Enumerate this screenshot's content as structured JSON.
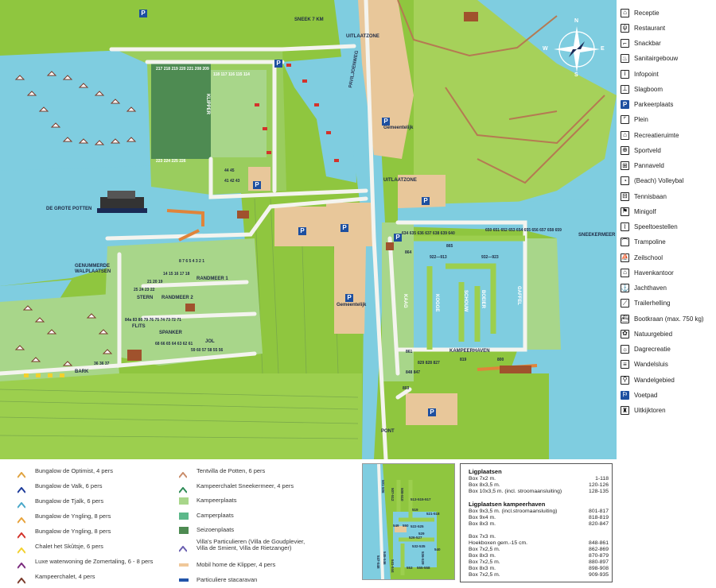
{
  "map": {
    "labels": {
      "sneek": "SNEEK 7 KM",
      "uitlaatzone_top": "UITLAATZONE",
      "uitlaatzone_mid": "UITLAATZONE",
      "gemeentelijk_top": "Gemeentelijk",
      "gemeentelijk_mid": "Gemeentelijk",
      "de_grote_potten": "DE GROTE POTTEN",
      "genummerde_walplaatsen": "GENUMMERDE\nWALPLAATSEN",
      "randmeer_1": "RANDMEER 1",
      "randmeer_2": "RANDMEER 2",
      "stern": "STERN",
      "flits": "FLITS",
      "spanker": "SPANKER",
      "jol": "JOL",
      "bark": "BARK",
      "kampeerhaven": "KAMPEERHAVEN",
      "sneekermeer": "SNEEKERMEER",
      "pont": "PONT",
      "paviljoenweg": "PAVILJOENWEG",
      "klipper": "KLIPPER",
      "gaffel": "GAFFEL",
      "schouw": "SCHOUW",
      "boeier": "BOEIER",
      "kaag": "KAAG",
      "kogge": "KOGGE"
    },
    "parking_label": "P",
    "compass": {
      "n": "N",
      "e": "E",
      "s": "S",
      "w": "W"
    },
    "berth_numbers": {
      "row_top": "634 635 636 637 638 639 640",
      "row_right": "650 651 652 653 654 655 656 657 658 659",
      "row_922": "922—913",
      "row_932": "932—923",
      "row_865": "865",
      "row_864": "864",
      "row_bottom": "829 828 827",
      "row_819": "819",
      "row_800": "800",
      "row_848": "848 847",
      "row_803": "803",
      "row_861": "861"
    },
    "plot_numbers": {
      "a1": "217 218 219 220 221 208 209",
      "a2": "118 117 116 115 114",
      "a3": "44 45",
      "a4": "41 42 43",
      "a5": "223 224 225 226",
      "a6": "8 7 6 5 4 3 2 1",
      "a7": "14 15 16 17 18",
      "a8": "21 20 19",
      "a9": "25 24 23 22",
      "a10": "84a 83 80 79 76 75 74 73 72 71",
      "a11": "68 66 65 64 63 62 61",
      "a12": "59 60 57 58 55 56",
      "a13": "36 36 37"
    }
  },
  "legend_right": [
    {
      "icon": "reception-icon",
      "symbol": "⌂",
      "label": "Receptie"
    },
    {
      "icon": "restaurant-icon",
      "symbol": "ψ",
      "label": "Restaurant"
    },
    {
      "icon": "snackbar-icon",
      "symbol": "⌐",
      "label": "Snackbar"
    },
    {
      "icon": "sanitary-icon",
      "symbol": "♨",
      "label": "Sanitairgebouw"
    },
    {
      "icon": "info-icon",
      "symbol": "i",
      "label": "Infopoint"
    },
    {
      "icon": "barrier-icon",
      "symbol": "⊥",
      "label": "Slagboom"
    },
    {
      "icon": "parking-icon",
      "symbol": "P",
      "label": "Parkeerplaats",
      "blue": true
    },
    {
      "icon": "square-icon",
      "symbol": "⌜",
      "label": "Plein"
    },
    {
      "icon": "recreation-room-icon",
      "symbol": "⌂",
      "label": "Recreatieruimte"
    },
    {
      "icon": "sports-field-icon",
      "symbol": "⊕",
      "label": "Sportveld"
    },
    {
      "icon": "panna-field-icon",
      "symbol": "⊞",
      "label": "Pannaveld"
    },
    {
      "icon": "volleyball-icon",
      "symbol": "◔",
      "label": "(Beach) Volleybal"
    },
    {
      "icon": "tennis-icon",
      "symbol": "⊟",
      "label": "Tennisbaan"
    },
    {
      "icon": "minigolf-icon",
      "symbol": "⚑",
      "label": "Minigolf"
    },
    {
      "icon": "playground-icon",
      "symbol": "⌇",
      "label": "Speeltoestellen"
    },
    {
      "icon": "trampoline-icon",
      "symbol": "⌒",
      "label": "Trampoline"
    },
    {
      "icon": "sailing-school-icon",
      "symbol": "⛵",
      "label": "Zeilschool"
    },
    {
      "icon": "harbour-office-icon",
      "symbol": "⌂",
      "label": "Havenkantoor"
    },
    {
      "icon": "marina-icon",
      "symbol": "⚓",
      "label": "Jachthaven"
    },
    {
      "icon": "trailer-ramp-icon",
      "symbol": "⟋",
      "label": "Trailerhelling"
    },
    {
      "icon": "boat-rental-icon",
      "symbol": "⛴",
      "label": "Bootkraan (max. 750 kg)"
    },
    {
      "icon": "nature-area-icon",
      "symbol": "✿",
      "label": "Natuurgebied"
    },
    {
      "icon": "day-recreation-icon",
      "symbol": "☼",
      "label": "Dagrecreatie"
    },
    {
      "icon": "walking-lock-icon",
      "symbol": "≡",
      "label": "Wandelsluis"
    },
    {
      "icon": "walking-area-icon",
      "symbol": "⚲",
      "label": "Wandelgebied"
    },
    {
      "icon": "footpath-icon",
      "symbol": "⚐",
      "label": "Voetpad",
      "blue": true
    },
    {
      "icon": "lookout-tower-icon",
      "symbol": "♜",
      "label": "Uitkijktoren"
    }
  ],
  "legend_bottom_left": [
    {
      "label": "Bungalow de Optimist, 4 pers",
      "color": "#e0a340"
    },
    {
      "label": "Bungalow de Valk, 6 pers",
      "color": "#1d3b9a"
    },
    {
      "label": "Bungalow de Tjalk, 6 pers",
      "color": "#4aa8c9"
    },
    {
      "label": "Bungalow de Yngling, 8 pers",
      "color": "#e8a33a"
    },
    {
      "label": "Bungalow de Yngling, 8 pers",
      "color": "#d3332b"
    },
    {
      "label": "Chalet het Skûtsje, 6 pers",
      "color": "#f3d12d"
    },
    {
      "label": "Luxe waterwoning de Zomertaling, 6 - 8 pers",
      "color": "#7b2b7e"
    },
    {
      "label": "Kampeerchalet, 4 pers",
      "color": "#7a3a2a"
    }
  ],
  "legend_bottom_mid": [
    {
      "label": "Tentvilla de Potten, 6 pers",
      "kind": "house",
      "color": "#c98d6b"
    },
    {
      "label": "Kampeerchalet Sneekermeer, 4 pers",
      "kind": "house",
      "color": "#2e8b57"
    },
    {
      "label": "Kampeerplaats",
      "kind": "square",
      "color": "#a8d68a"
    },
    {
      "label": "Camperplaats",
      "kind": "square",
      "color": "#5cb88a"
    },
    {
      "label": "Seizoenplaats",
      "kind": "square",
      "color": "#4e8b52"
    },
    {
      "label": "Villa's Particulieren (Villa de Goudplevier,\nVilla de Smient, Villa de Rietzanger)",
      "kind": "house",
      "color": "#6a5fb0"
    },
    {
      "label": "Mobil home de Klipper, 4 pers",
      "kind": "bar",
      "color": "#f0c89a"
    },
    {
      "label": "Particuliere stacaravan",
      "kind": "bar",
      "color": "#2255aa"
    }
  ],
  "inset": {
    "labels": [
      "501-506",
      "507-512",
      "508-510",
      "513-515-517",
      "519",
      "521-518",
      "549",
      "550",
      "522-525",
      "526-527",
      "529",
      "532-535",
      "536-539",
      "540",
      "545-546",
      "541-544",
      "547-548",
      "553",
      "555-558"
    ]
  },
  "ligplaatsen": {
    "title_1": "Ligplaatsen",
    "rows_1": [
      {
        "label": "Box 7x2 m.",
        "value": "1-118"
      },
      {
        "label": "Box 8x3,5 m.",
        "value": "120-126"
      },
      {
        "label": "Box 10x3,5 m. (incl. stroomaansluiting)",
        "value": "128-135"
      }
    ],
    "title_2": "Ligplaatsen kampeerhaven",
    "rows_2": [
      {
        "label": "Box 9x3,5 m. (incl.stroomaansluiting)",
        "value": "801-817"
      },
      {
        "label": "Box 9x4 m.",
        "value": "818-819"
      },
      {
        "label": "Box 8x3 m.",
        "value": "820-847"
      }
    ],
    "rows_3": [
      {
        "label": "Box 7x3 m.",
        "value": ""
      },
      {
        "label": "Hoekboxen gem.-15 cm.",
        "value": "848-861"
      },
      {
        "label": "Box 7x2,5 m.",
        "value": "862-869"
      },
      {
        "label": "Box 8x3 m.",
        "value": "870-879"
      },
      {
        "label": "Box 7x2,5 m.",
        "value": "880-897"
      },
      {
        "label": "Box 8x3 m.",
        "value": "898-908"
      },
      {
        "label": "Box 7x2,5 m.",
        "value": "909-935"
      }
    ]
  }
}
